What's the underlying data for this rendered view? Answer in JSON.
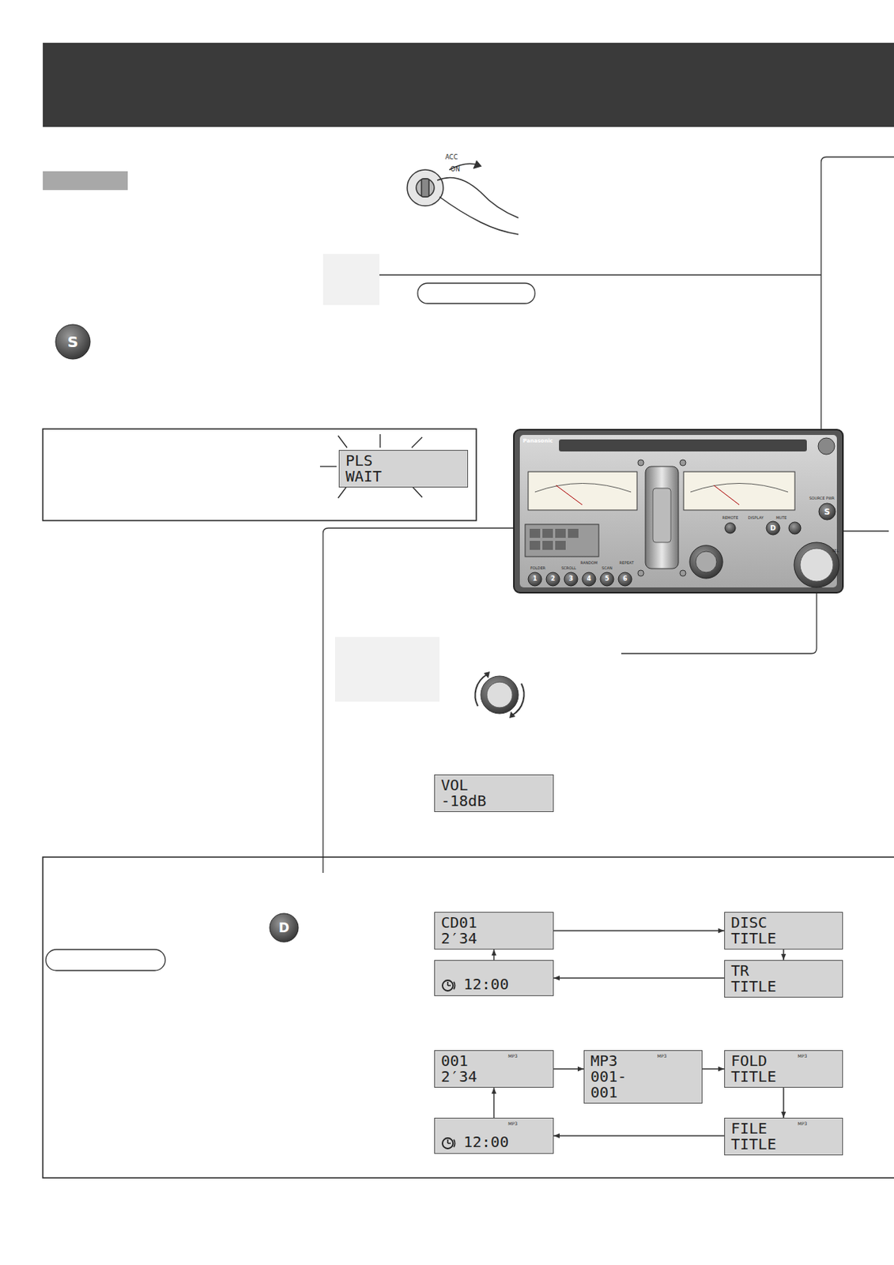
{
  "diagram": {
    "nodes": [
      {
        "text": [
          "PLS WAIT"
        ]
      },
      {
        "text": [
          "VOL -18dB"
        ]
      },
      {
        "text": [
          "CD01 2′34"
        ]
      },
      {
        "text": [
          "DISC TITLE"
        ]
      },
      {
        "text": [
          "TR TITLE"
        ]
      },
      {
        "text": [
          "12:00"
        ]
      },
      {
        "text": [
          "001 2′34",
          "MP3"
        ]
      },
      {
        "text": [
          "MP3 001-001",
          "MP3"
        ]
      },
      {
        "text": [
          "FOLD TITLE",
          "MP3"
        ]
      },
      {
        "text": [
          "FILE TITLE",
          "MP3"
        ]
      },
      {
        "text": [
          "12:00",
          "MP3"
        ]
      }
    ],
    "edges": [
      {
        "from": 2,
        "to": 3,
        "arrow": "to"
      },
      {
        "from": 3,
        "to": 4,
        "arrow": "to"
      },
      {
        "from": 4,
        "to": 5,
        "arrow": "to"
      },
      {
        "from": 5,
        "to": 2,
        "arrow": "to"
      },
      {
        "from": 6,
        "to": 7,
        "arrow": "to"
      },
      {
        "from": 7,
        "to": 8,
        "arrow": "to"
      },
      {
        "from": 8,
        "to": 9,
        "arrow": "to"
      },
      {
        "from": 9,
        "to": 10,
        "arrow": "to"
      },
      {
        "from": 10,
        "to": 6,
        "arrow": "to"
      }
    ],
    "labels": [
      "ACC",
      "ON",
      "S",
      "D",
      "Panasonic",
      "REMOTE",
      "DISPLAY",
      "MUTE",
      "SOURCE PWR",
      "S",
      "SEL",
      "1",
      "2",
      "3",
      "4",
      "5",
      "6",
      "FOLDER",
      "SCROLL",
      "RANDOM",
      "SCAN",
      "REPEAT",
      "D"
    ]
  }
}
